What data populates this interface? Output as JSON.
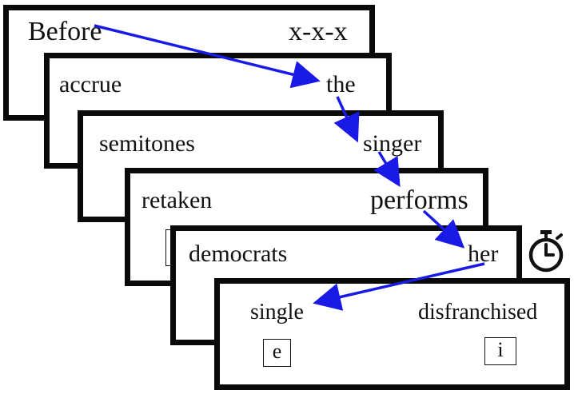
{
  "frames": [
    {
      "left_word": "Before",
      "right_word": "x-x-x"
    },
    {
      "left_word": "accrue",
      "right_word": "the"
    },
    {
      "left_word": "semitones",
      "right_word": "singer"
    },
    {
      "left_word": "retaken",
      "right_word": "performs"
    },
    {
      "left_word": "democrats",
      "right_word": "her"
    },
    {
      "left_word": "single",
      "right_word": "disfranchised"
    }
  ],
  "response_keys": {
    "left": "e",
    "right": "i"
  },
  "icons": {
    "timer": "stopwatch-icon"
  },
  "colors": {
    "arrow": "#1a1ae6",
    "frame_border": "#0a0a0a"
  }
}
